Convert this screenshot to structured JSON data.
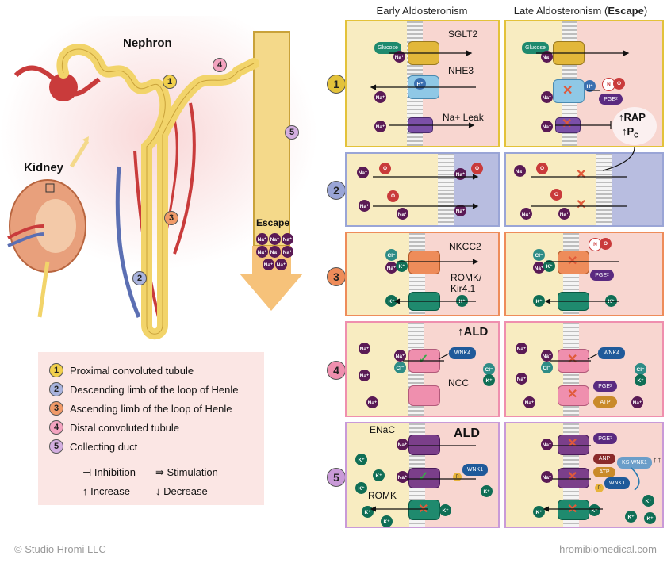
{
  "headings": {
    "early": "Early Aldosteronism",
    "late_prefix": "Late Aldosteronism (",
    "late_bold": "Escape",
    "late_suffix": ")",
    "nephron": "Nephron",
    "kidney": "Kidney",
    "escape": "Escape"
  },
  "rows": [
    {
      "num": "1",
      "color": "#e3c23a",
      "labels": {
        "sglt2": "SGLT2",
        "nhe3": "NHE3",
        "leak": "Na+ Leak",
        "rap": "↑RAP",
        "pc": "↑P",
        "pc_sub": "C"
      }
    },
    {
      "num": "2",
      "color": "#9aa5d6"
    },
    {
      "num": "3",
      "color": "#ee8c5a",
      "labels": {
        "nkcc2": "NKCC2",
        "romk": "ROMK/",
        "kir": "Kir4.1"
      }
    },
    {
      "num": "4",
      "color": "#ef8fae",
      "labels": {
        "ald": "↑ALD",
        "wnk4": "WNK4",
        "ncc": "NCC"
      }
    },
    {
      "num": "5",
      "color": "#c99ad8",
      "labels": {
        "enac": "ENaC",
        "ald": "ALD",
        "wnk1": "WNK1",
        "romk": "ROMK",
        "anp": "ANP",
        "atp": "ATP",
        "pge2": "PGE2",
        "kswnk1": "KS-WNK1",
        "upup": "↑↑"
      }
    }
  ],
  "molecules": {
    "glucose": "Glucose",
    "na": "Na⁺",
    "k": "K⁺",
    "cl": "Cl⁻",
    "h": "H⁺",
    "pge2": "PGE",
    "pge2_sub": "2",
    "atp": "ATP",
    "no_n": "N",
    "no_o": "O",
    "water_o": "O",
    "water_h": "H",
    "p": "P",
    "wnk1": "WNK1"
  },
  "legend": {
    "items": [
      {
        "num": "1",
        "label": "Proximal convoluted tubule",
        "color": "#f2d04b"
      },
      {
        "num": "2",
        "label": "Descending limb of the loop of Henle",
        "color": "#a9b3dd"
      },
      {
        "num": "3",
        "label": "Ascending limb of the loop of Henle",
        "color": "#f19a68"
      },
      {
        "num": "4",
        "label": "Distal convoluted tubule",
        "color": "#f3a3bf"
      },
      {
        "num": "5",
        "label": "Collecting duct",
        "color": "#d3aee0"
      }
    ],
    "symbols": {
      "inhibition": "⊣ Inhibition",
      "stimulation": "⇛ Stimulation",
      "increase": "↑ Increase",
      "decrease": "↓ Decrease"
    }
  },
  "footer": {
    "left": "© Studio Hromi LLC",
    "right": "hromibiomedical.com"
  }
}
